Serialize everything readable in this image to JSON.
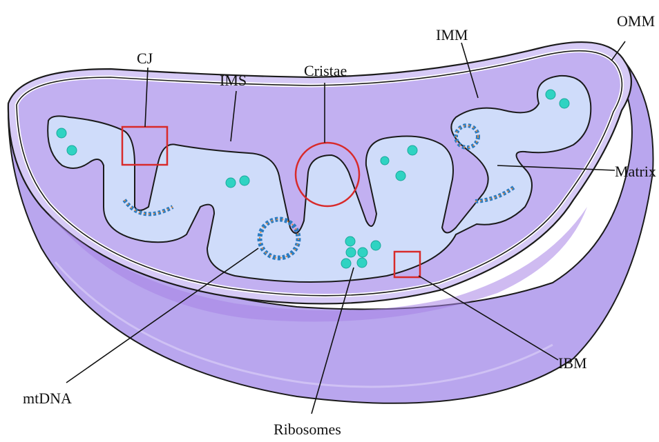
{
  "labels": {
    "omm": "OMM",
    "imm": "IMM",
    "cj": "CJ",
    "ims": "IMS",
    "cristae": "Cristae",
    "matrix": "Matrix",
    "ibm": "IBM",
    "mtdna": "mtDNA",
    "ribosomes": "Ribosomes"
  },
  "colors": {
    "outer_membrane": "#b9a6ee",
    "outer_membrane_dark": "#8e78d6",
    "ims": "#c8b6f3",
    "matrix": "#cfdcfa",
    "shadow": "#a783e6",
    "ribosome": "#2fd3c2",
    "highlight_box": "#d82a2a",
    "highlight_circle": "#d82a2a",
    "outline": "#1a1a1a"
  }
}
